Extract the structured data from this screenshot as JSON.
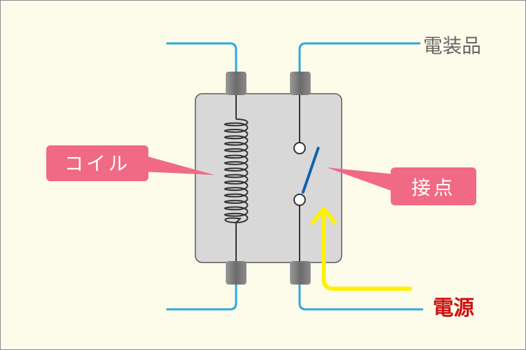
{
  "labels": {
    "load": "電装品",
    "power": "電源",
    "coil": "コイル",
    "contact": "接点"
  },
  "colors": {
    "background": "#fdfbe9",
    "wire": "#29a8e0",
    "callout": "#f06a85",
    "power_arrow": "#fff200",
    "power_text": "#cc1111",
    "relay_body": "#d8d8d8",
    "terminal": "#7f7f7f",
    "switch_blade": "#1060b0"
  }
}
